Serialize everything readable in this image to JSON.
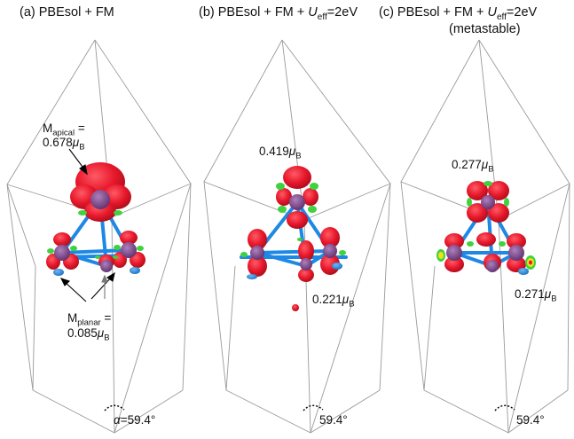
{
  "panels": [
    {
      "id": "a",
      "title_prefix": "(a) PBEsol + FM",
      "annotations": {
        "apical_M": "M",
        "apical_sub": "apical",
        "apical_eq": " =",
        "apical_value": "0.678",
        "apical_mu": "μ",
        "apical_B": "B",
        "planar_M": "M",
        "planar_sub": "planar",
        "planar_eq": " =",
        "planar_value": "0.085",
        "planar_mu": "μ",
        "planar_B": "B"
      },
      "angle_symbol": "α",
      "angle_text": "=59.4°"
    },
    {
      "id": "b",
      "title_prefix": "(b) PBEsol + FM + ",
      "title_U": "U",
      "title_sub": "eff",
      "title_suffix": "=2eV",
      "annotations": {
        "top_value": "0.419",
        "top_mu": "μ",
        "top_B": "B",
        "side_value": "0.221",
        "side_mu": "μ",
        "side_B": "B"
      },
      "angle_text": "59.4°"
    },
    {
      "id": "c",
      "title_prefix": "(c) PBEsol + FM + ",
      "title_U": "U",
      "title_sub": "eff",
      "title_suffix": "=2eV",
      "title_line2": "(metastable)",
      "annotations": {
        "top_value": "0.277",
        "top_mu": "μ",
        "top_B": "B",
        "side_value": "0.271",
        "side_mu": "μ",
        "side_B": "B"
      },
      "angle_text": "59.4°"
    }
  ],
  "colors": {
    "spin_up": "#e8192c",
    "spin_down": "#2f8ce0",
    "green": "#3fd23f",
    "bond": "#1e88e5",
    "atom": "#7d4b8a",
    "cell": "#8a8a8a"
  }
}
